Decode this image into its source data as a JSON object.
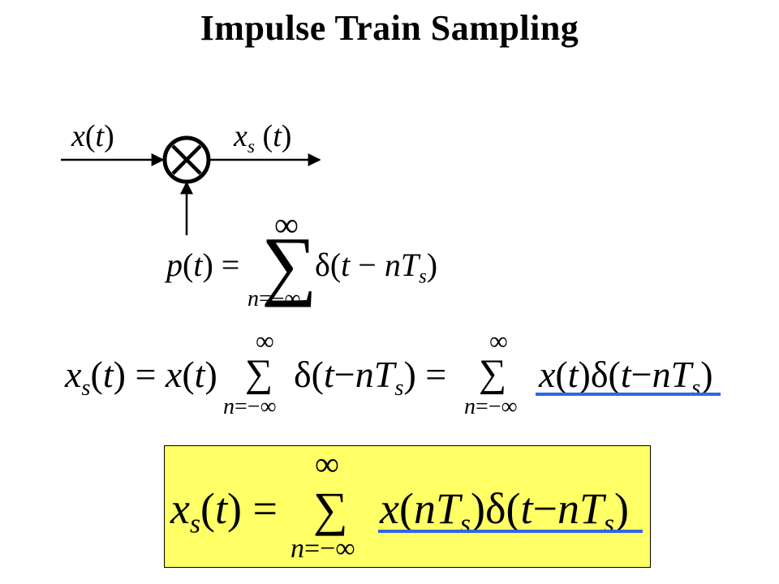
{
  "title": "Impulse Train Sampling",
  "diagram": {
    "input_label": "x(t)",
    "output_label": "x_s(t)",
    "multiplier_symbol": "×",
    "p_definition": {
      "lhs": "p(t) =",
      "sum_upper": "∞",
      "sum_lower": "n=−∞",
      "term": "δ(t − nT_s)"
    }
  },
  "equation_1": {
    "lhs": "x_s(t) = x(t)",
    "sum_upper": "∞",
    "sum_lower": "n=−∞",
    "term_1": "δ(t − nT_s) =",
    "sum2_upper": "∞",
    "sum2_lower": "n=−∞",
    "term_2": "x(t)δ(t − nT_s)"
  },
  "equation_2": {
    "lhs": "x_s(t) =",
    "sum_upper": "∞",
    "sum_lower": "n=−∞",
    "term": "x(nT_s)δ(t − nT_s)"
  },
  "colors": {
    "highlight": "#ffff66",
    "underline": "#3366e6"
  }
}
